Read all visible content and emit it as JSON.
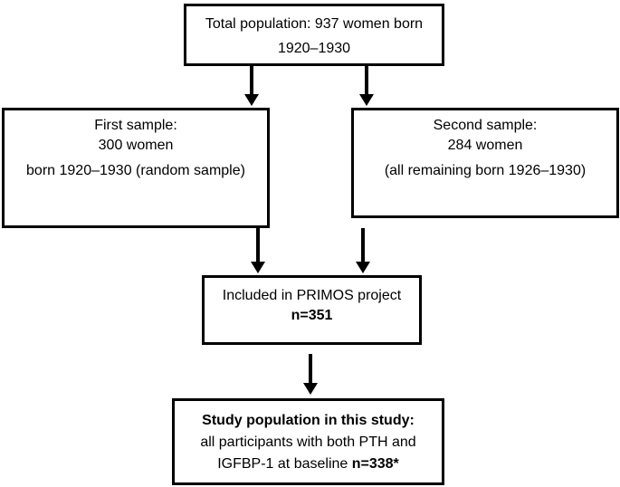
{
  "figure": {
    "type": "flowchart",
    "colors": {
      "border": "#000000",
      "background": "#ffffff",
      "text": "#000000"
    }
  },
  "boxes": {
    "total": {
      "line1": "Total population: 937 women born",
      "line2": "1920–1930"
    },
    "first_sample": {
      "line1": "First sample:",
      "line2": "300 women",
      "line3": "born 1920–1930 (random sample)"
    },
    "second_sample": {
      "line1": "Second sample:",
      "line2": "284 women",
      "line3": "(all remaining born 1926–1930)"
    },
    "primos": {
      "line1": "Included in PRIMOS project",
      "line2_bold": "n=351"
    },
    "study": {
      "line1_bold": "Study population in this study:",
      "line2": "all participants with both PTH and",
      "line3_prefix": "IGFBP-1 at baseline ",
      "line3_bold": "n=338*"
    }
  },
  "edges": [
    {
      "from": "total",
      "to": "first_sample"
    },
    {
      "from": "total",
      "to": "second_sample"
    },
    {
      "from": "first_sample",
      "to": "primos"
    },
    {
      "from": "second_sample",
      "to": "primos"
    },
    {
      "from": "primos",
      "to": "study"
    }
  ]
}
